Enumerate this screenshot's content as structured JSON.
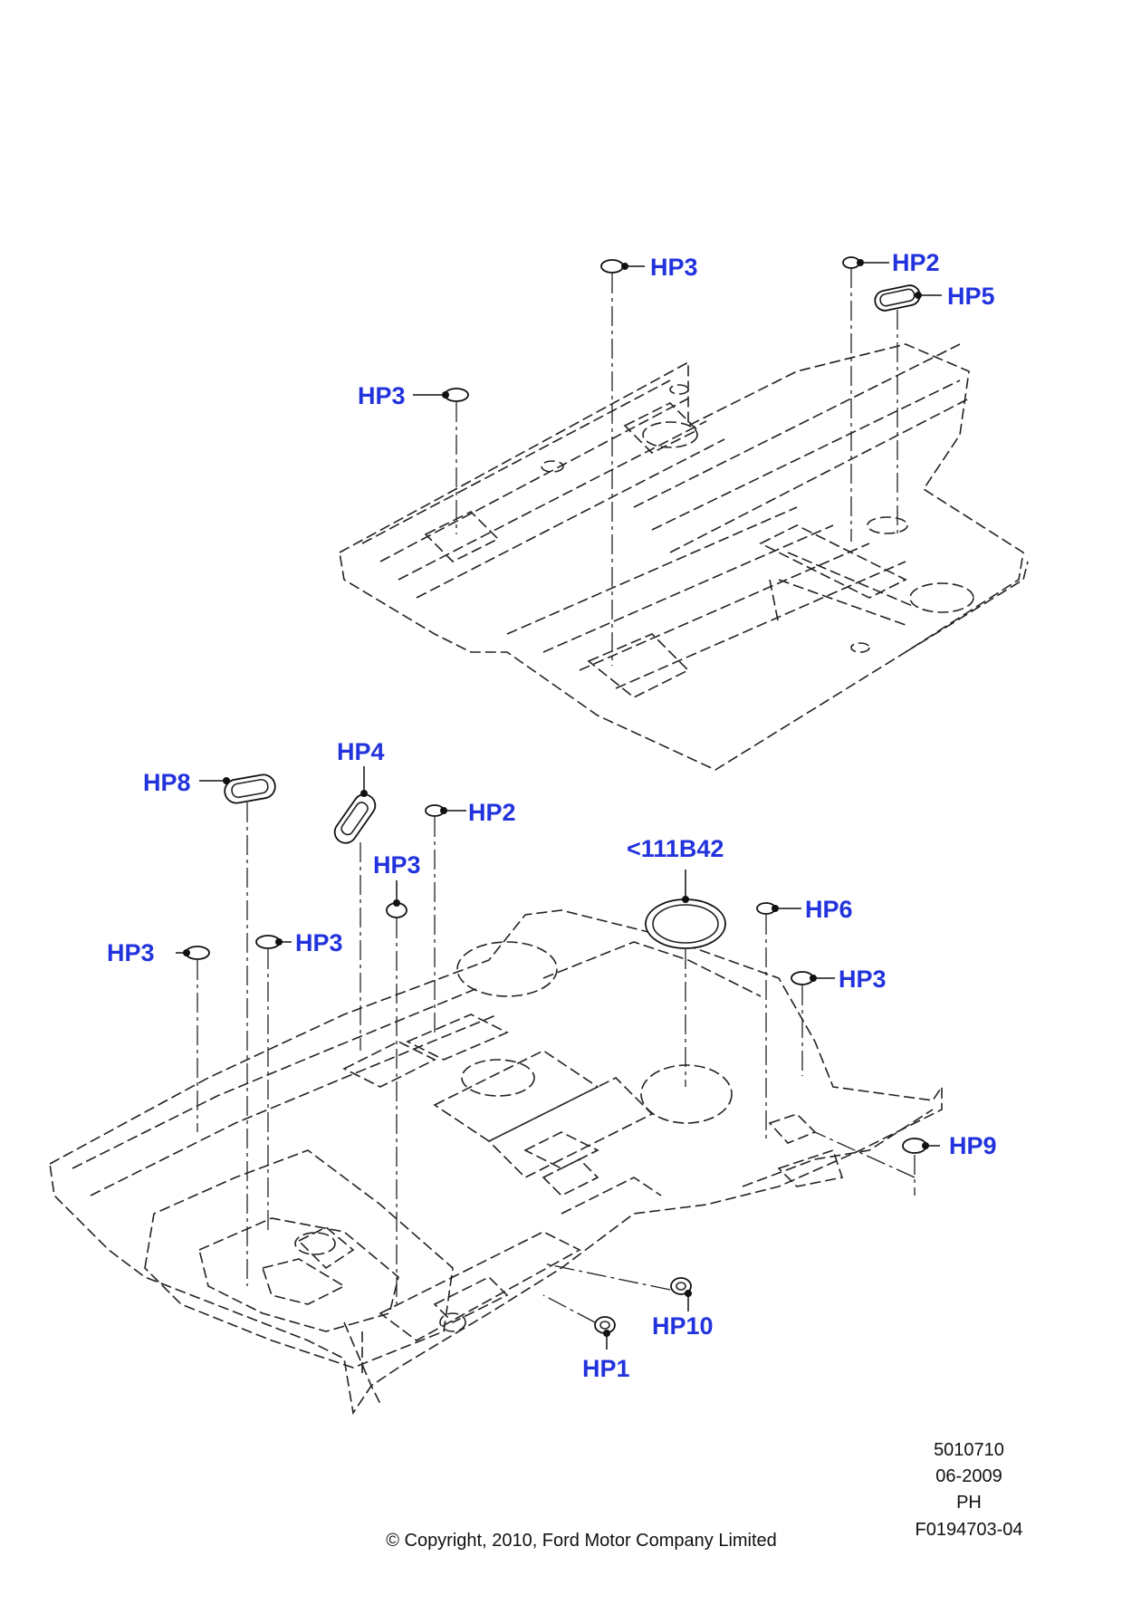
{
  "callouts": [
    {
      "id": "hp3-a",
      "text": "HP3"
    },
    {
      "id": "hp2-a",
      "text": "HP2"
    },
    {
      "id": "hp5",
      "text": "HP5"
    },
    {
      "id": "hp3-b",
      "text": "HP3"
    },
    {
      "id": "hp4",
      "text": "HP4"
    },
    {
      "id": "hp8",
      "text": "HP8"
    },
    {
      "id": "hp2-b",
      "text": "HP2"
    },
    {
      "id": "hp3-c",
      "text": "HP3"
    },
    {
      "id": "part-111b42",
      "text": "<111B42"
    },
    {
      "id": "hp6",
      "text": "HP6"
    },
    {
      "id": "hp3-d",
      "text": "HP3"
    },
    {
      "id": "hp3-e",
      "text": "HP3"
    },
    {
      "id": "hp3-f",
      "text": "HP3"
    },
    {
      "id": "hp9",
      "text": "HP9"
    },
    {
      "id": "hp10",
      "text": "HP10"
    },
    {
      "id": "hp1",
      "text": "HP1"
    }
  ],
  "info": {
    "code": "5010710",
    "date": "06-2009",
    "ph": "PH",
    "figure": "F0194703-04"
  },
  "copyright": "© Copyright, 2010, Ford Motor Company Limited"
}
